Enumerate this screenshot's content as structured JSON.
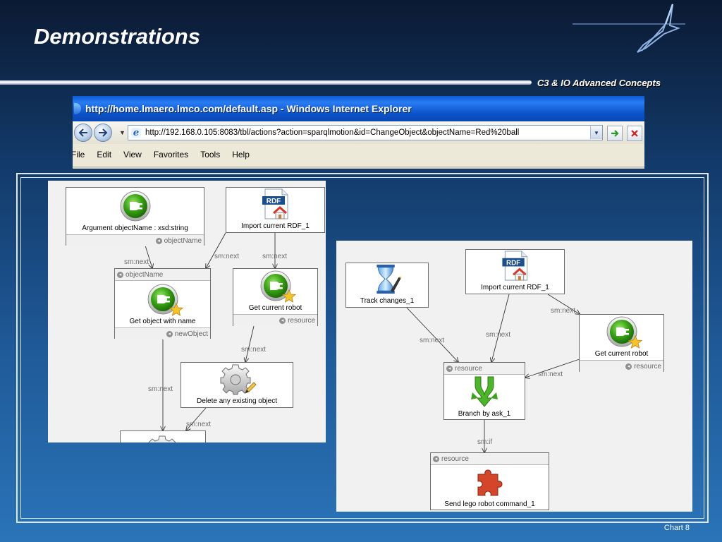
{
  "slide": {
    "title": "Demonstrations",
    "section_label": "C3 & IO Advanced Concepts",
    "slide_number": "Chart 8"
  },
  "browser": {
    "window_title": "http://home.lmaero.lmco.com/default.asp - Windows Internet Explorer",
    "address": "http://192.168.0.105:8083/tbl/actions?action=sparqlmotion&id=ChangeObject&objectName=Red%20ball",
    "menu": [
      "File",
      "Edit",
      "View",
      "Favorites",
      "Tools",
      "Help"
    ]
  },
  "left_diagram": {
    "nodes": {
      "argument": {
        "label": "Argument objectName : xsd:string",
        "footer": "objectName",
        "icon": "green-plug-icon"
      },
      "import_rdf": {
        "label": "Import current RDF_1",
        "icon": "rdf-document-icon"
      },
      "get_object": {
        "header": "objectName",
        "label": "Get object with name",
        "footer": "newObject",
        "icon": "green-plug-star-icon"
      },
      "get_robot": {
        "label": "Get current robot",
        "footer": "resource",
        "icon": "green-plug-star-icon"
      },
      "delete": {
        "label": "Delete any existing object",
        "icon": "gear-pencil-icon"
      },
      "bottom_partial": {
        "icon": "gear-icon"
      }
    },
    "edge_labels": [
      "sm:next",
      "sm:next",
      "sm:next",
      "sm:next",
      "sm:next",
      "sm:next"
    ]
  },
  "right_diagram": {
    "nodes": {
      "track_changes": {
        "label": "Track changes_1",
        "icon": "hourglass-icon"
      },
      "import_rdf": {
        "label": "Import current RDF_1",
        "icon": "rdf-document-icon"
      },
      "get_robot": {
        "label": "Get current robot",
        "footer": "resource",
        "icon": "green-plug-star-icon"
      },
      "branch": {
        "header": "resource",
        "label": "Branch by ask_1",
        "icon": "green-branch-arrows-icon"
      },
      "send_lego": {
        "header": "resource",
        "label": "Send lego robot command_1",
        "icon": "red-puzzle-piece-icon"
      }
    },
    "edge_labels": [
      "sm:next",
      "sm:next",
      "sm:next",
      "sm:next",
      "sm:if"
    ]
  }
}
